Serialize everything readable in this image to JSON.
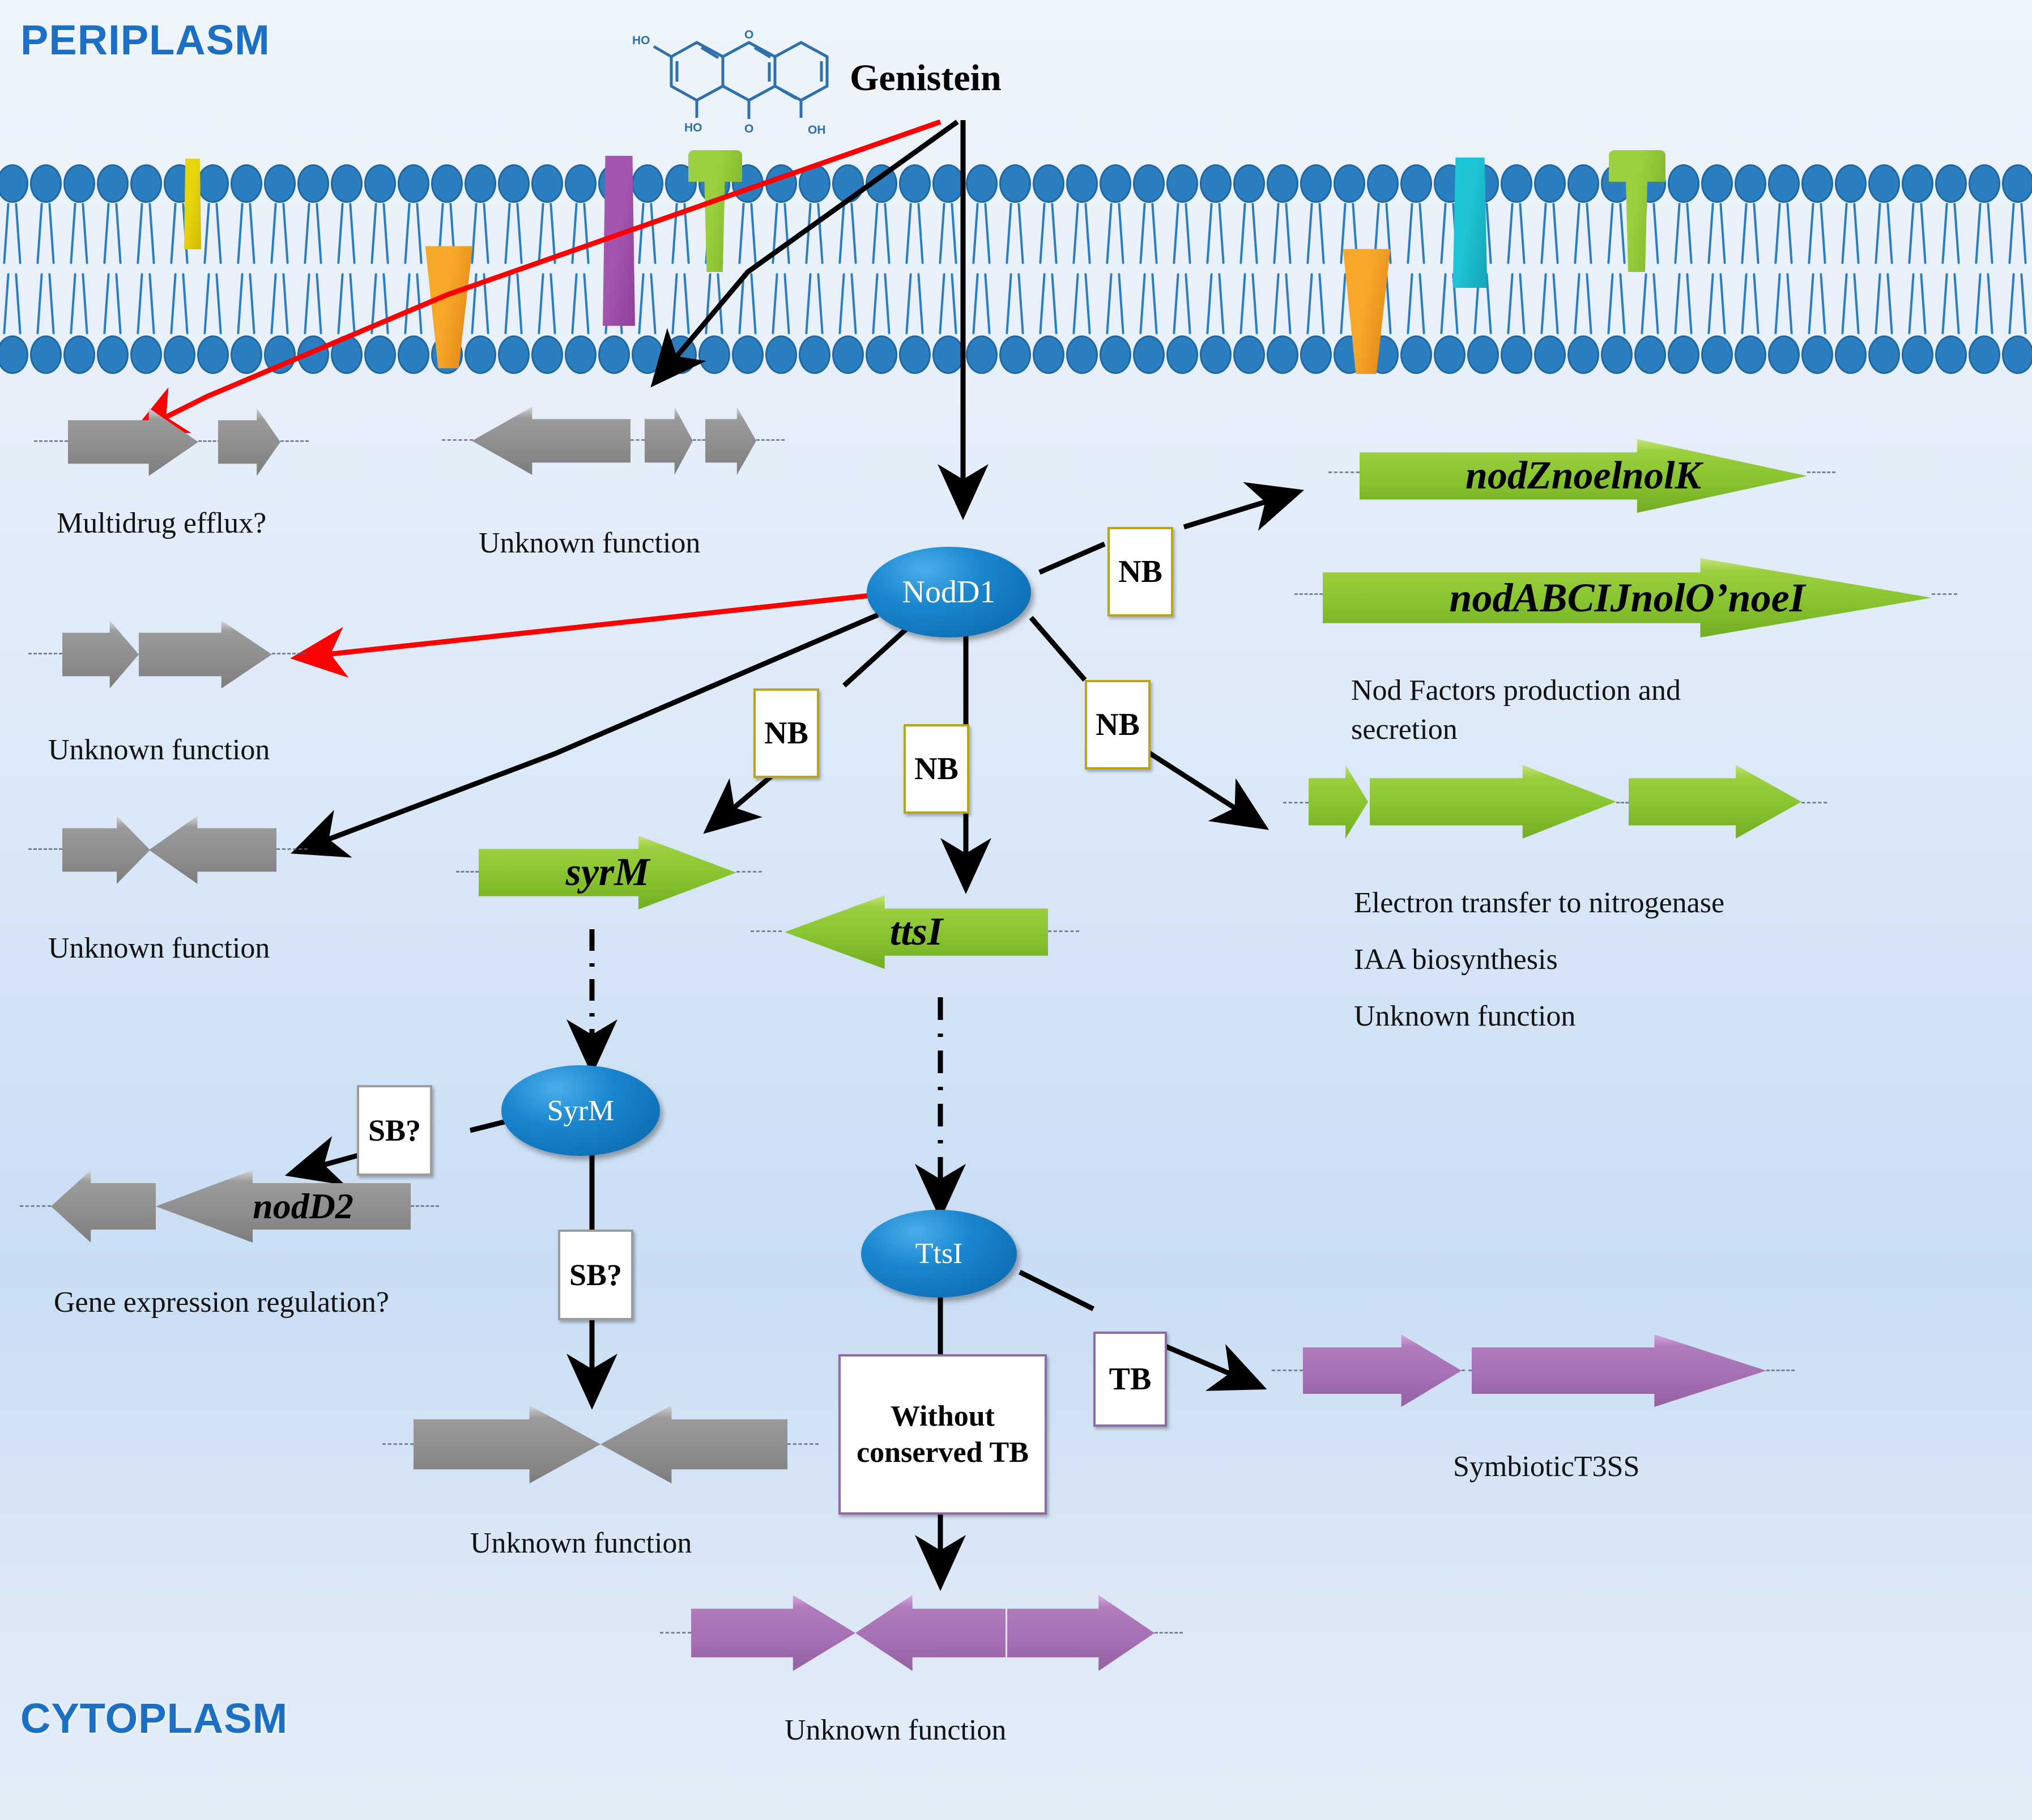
{
  "compartments": {
    "top_label": "PERIPLASM",
    "bottom_label": "CYTOPLASM"
  },
  "ligand": {
    "name": "Genistein",
    "structure_labels": {
      "ho_top": "HO",
      "o_ring": "O",
      "ho_bottom": "HO",
      "o_keto": "O",
      "oh_right": "OH"
    }
  },
  "nodes": {
    "nodd1": "NodD1",
    "syrm": "SyrM",
    "ttsi": "TtsI"
  },
  "binding_boxes": {
    "nb": "NB",
    "sb": "SB?",
    "tb": "TB",
    "without_tb": "Without\nconserved\nTB"
  },
  "genes": {
    "nodznoelnolk": "nodZnoelnolK",
    "nodabcijnolonoei": "nodABCIJnolO’noeI",
    "syrm": "syrM",
    "ttsi": "ttsI",
    "nodd2": "nodD2"
  },
  "captions": {
    "multidrug": "Multidrug efflux?",
    "unknown_top_mid": "Unknown function",
    "unknown_left_mid": "Unknown function",
    "unknown_left_low": "Unknown function",
    "nod_factors": "Nod Factors production and\nsecretion",
    "electron_transfer": "Electron transfer to nitrogenase",
    "iaa": "IAA biosynthesis",
    "unknown_right": "Unknown function",
    "gene_expression": "Gene expression regulation?",
    "unknown_bottom_left": "Unknown function",
    "symbiotic_t3ss": "SymbioticT3SS",
    "unknown_bottom_mid": "Unknown function"
  },
  "colors": {
    "green_gene": "#9ccf3f",
    "gray_gene": "#8d8d8d",
    "purple_gene": "#a56fb3",
    "node_blue": "#1a86cf",
    "nb_border": "#b9a516",
    "sb_border": "#9c9c9c",
    "tb_border": "#8e6aa8",
    "red_arrow": "#ff0000",
    "black_arrow": "#000000",
    "membrane_head": "#2b7fc1",
    "compartment_text": "#1b6fc4"
  },
  "membrane_proteins": [
    {
      "name": "yellow-channel",
      "color": "#e8d40b"
    },
    {
      "name": "orange-transporter-left",
      "color": "#f59a1d"
    },
    {
      "name": "purple-transporter",
      "color": "#a455b0"
    },
    {
      "name": "green-receptor-left",
      "color": "#9ccf3f"
    },
    {
      "name": "cyan-transporter",
      "color": "#1ec4d6"
    },
    {
      "name": "orange-transporter-right",
      "color": "#f59a1d"
    },
    {
      "name": "green-receptor-right",
      "color": "#9ccf3f"
    }
  ]
}
